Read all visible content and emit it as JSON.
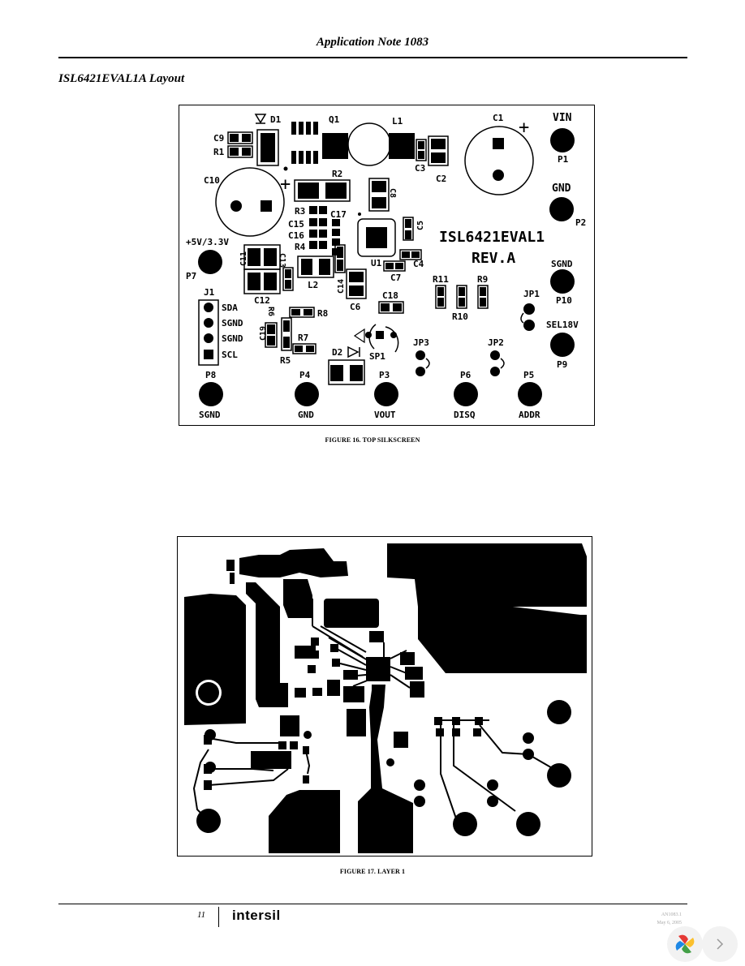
{
  "header": {
    "title": "Application Note 1083"
  },
  "section": {
    "title": "ISL6421EVAL1A Layout"
  },
  "figure16": {
    "caption": "FIGURE 16. TOP SILKSCREEN",
    "board_title": "ISL6421EVAL1",
    "revision": "REV.A",
    "components": [
      "D1",
      "Q1",
      "L1",
      "C1",
      "C9",
      "R1",
      "C3",
      "C2",
      "R2",
      "C10",
      "C8",
      "R3",
      "C17",
      "C15",
      "C16",
      "R4",
      "C5",
      "C13",
      "C11",
      "U1",
      "C4",
      "C7",
      "L2",
      "C14",
      "C12",
      "C6",
      "C18",
      "R11",
      "R9",
      "R10",
      "JP1",
      "J1",
      "R6",
      "R8",
      "C19",
      "R7",
      "R5",
      "D2",
      "SP1",
      "JP3",
      "JP2"
    ],
    "j1_pins": [
      "SDA",
      "SGND",
      "SGND",
      "SCL"
    ],
    "test_points": {
      "p1": {
        "id": "P1",
        "label": "VIN"
      },
      "p2": {
        "id": "P2",
        "label": "GND"
      },
      "p7": {
        "id": "P7",
        "label": "+5V/3.3V"
      },
      "p10": {
        "id": "P10",
        "label": "SGND"
      },
      "p9": {
        "id": "P9",
        "label": "SEL18V"
      },
      "p8": {
        "id": "P8",
        "label": "SGND"
      },
      "p4": {
        "id": "P4",
        "label": "GND"
      },
      "p3": {
        "id": "P3",
        "label": "VOUT"
      },
      "p6": {
        "id": "P6",
        "label": "DISQ"
      },
      "p5": {
        "id": "P5",
        "label": "ADDR"
      }
    }
  },
  "figure17": {
    "caption": "FIGURE 17. LAYER 1"
  },
  "footer": {
    "page_number": "11",
    "brand": "intersil",
    "doc_id": "AN1083.1",
    "doc_date": "May 6, 2005"
  }
}
